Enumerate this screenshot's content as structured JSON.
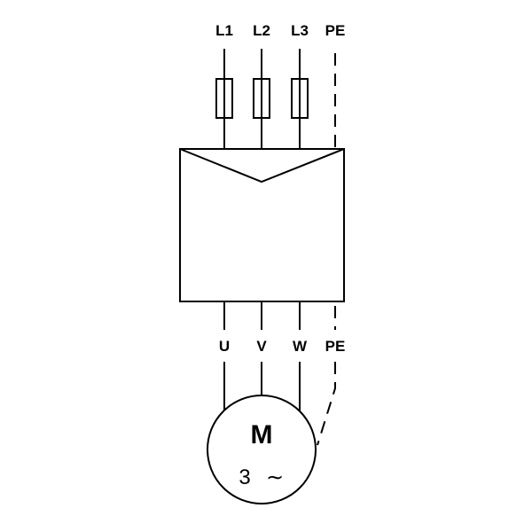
{
  "supply": {
    "l1": "L1",
    "l2": "L2",
    "l3": "L3",
    "pe": "PE"
  },
  "output": {
    "u": "U",
    "v": "V",
    "w": "W",
    "pe": "PE"
  },
  "motor": {
    "symbol": "M",
    "phases": "3",
    "ac_symbol": "∼"
  }
}
